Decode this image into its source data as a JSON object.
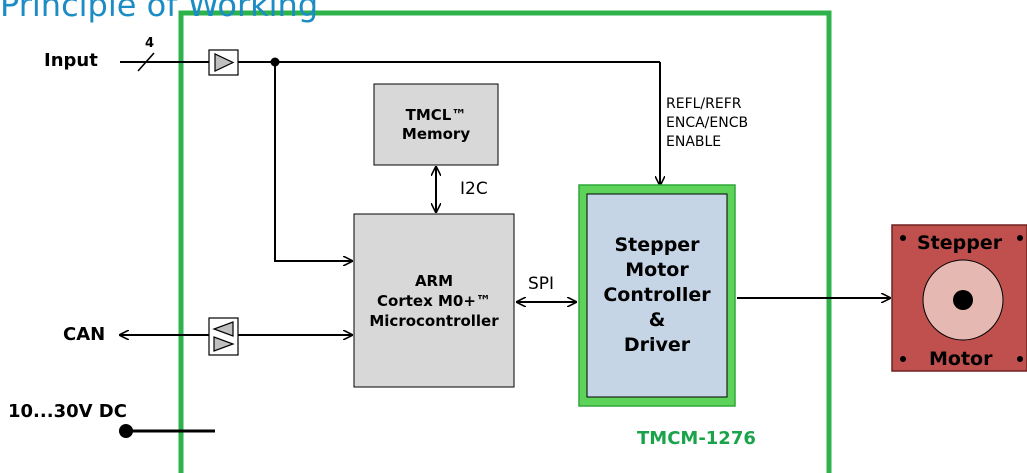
{
  "header": {
    "title": "Principle of Working"
  },
  "signals": {
    "input_label": "Input",
    "input_bus_width": "4",
    "can_label": "CAN",
    "power_label": "10...30V DC",
    "driver_inputs": [
      "REFL/REFR",
      "ENCA/ENCB",
      "ENABLE"
    ],
    "i2c_label": "I2C",
    "spi_label": "SPI"
  },
  "blocks": {
    "memory": [
      "TMCL™",
      "Memory"
    ],
    "mcu": [
      "ARM",
      "Cortex M0+™",
      "Microcontroller"
    ],
    "driver": [
      "Stepper",
      "Motor",
      "Controller",
      "&",
      "Driver"
    ],
    "motor_top": "Stepper",
    "motor_bottom": "Motor"
  },
  "module_name": "TMCM-1276",
  "colors": {
    "module_border": "#2db34a",
    "title": "#1c8cc4",
    "module_name": "#1aa34a",
    "block_fill": "#d8d8d8",
    "driver_fill": "#c5d5e6",
    "driver_glow": "#5ed35a",
    "motor_body": "#c0504d",
    "motor_disc": "#e6b8b2"
  },
  "icons": [
    "input-buffer-icon",
    "bidirectional-buffer-icon",
    "stepper-motor-icon"
  ]
}
